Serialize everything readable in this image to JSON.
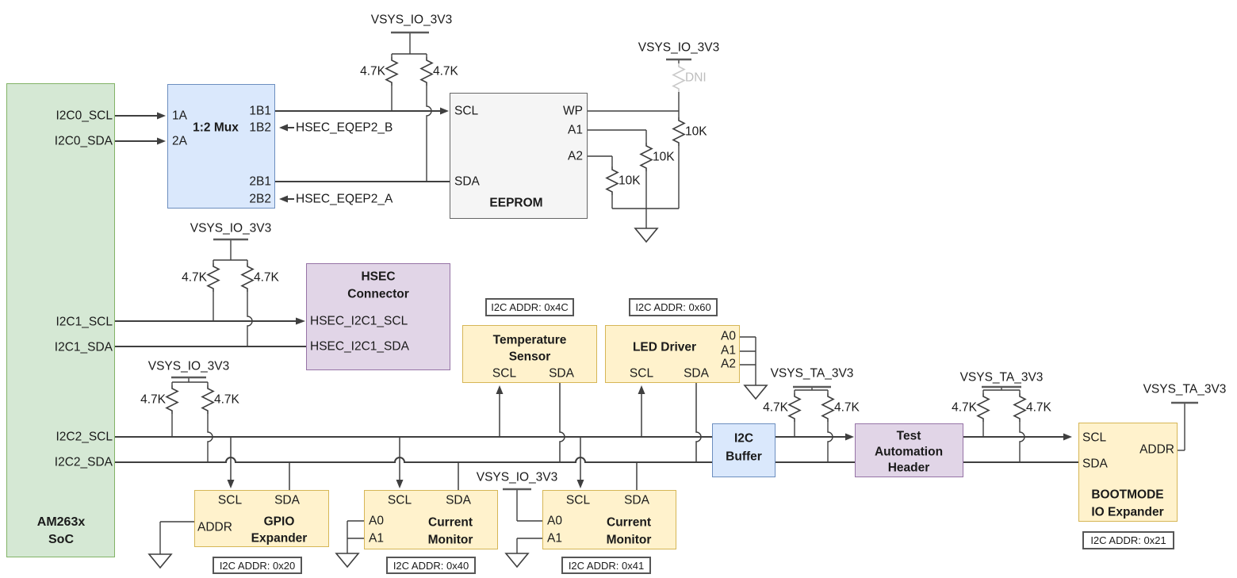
{
  "power": {
    "vsys_io_3v3": "VSYS_IO_3V3",
    "vsys_ta_3v3": "VSYS_TA_3V3"
  },
  "values": {
    "pullup": "4.7K",
    "r10k": "10K",
    "dni": "DNI"
  },
  "soc": {
    "title1": "AM263x",
    "title2": "SoC",
    "i2c0_scl": "I2C0_SCL",
    "i2c0_sda": "I2C0_SDA",
    "i2c1_scl": "I2C1_SCL",
    "i2c1_sda": "I2C1_SDA",
    "i2c2_scl": "I2C2_SCL",
    "i2c2_sda": "I2C2_SDA"
  },
  "mux": {
    "title": "1:2 Mux",
    "p1a": "1A",
    "p2a": "2A",
    "p1b1": "1B1",
    "p1b2": "1B2",
    "p2b1": "2B1",
    "p2b2": "2B2"
  },
  "signals": {
    "eqep_b": "HSEC_EQEP2_B",
    "eqep_a": "HSEC_EQEP2_A"
  },
  "eeprom": {
    "title": "EEPROM",
    "scl": "SCL",
    "sda": "SDA",
    "wp": "WP",
    "a1": "A1",
    "a2": "A2"
  },
  "hsec": {
    "title1": "HSEC",
    "title2": "Connector",
    "scl": "HSEC_I2C1_SCL",
    "sda": "HSEC_I2C1_SDA"
  },
  "temp": {
    "title1": "Temperature",
    "title2": "Sensor",
    "scl": "SCL",
    "sda": "SDA",
    "addr": "I2C ADDR: 0x4C"
  },
  "led": {
    "title": "LED Driver",
    "scl": "SCL",
    "sda": "SDA",
    "a0": "A0",
    "a1": "A1",
    "a2": "A2",
    "addr": "I2C ADDR: 0x60"
  },
  "gpio": {
    "title1": "GPIO",
    "title2": "Expander",
    "scl": "SCL",
    "sda": "SDA",
    "addr_pin": "ADDR",
    "addr": "I2C ADDR: 0x20"
  },
  "cm1": {
    "title1": "Current",
    "title2": "Monitor",
    "scl": "SCL",
    "sda": "SDA",
    "a0": "A0",
    "a1": "A1",
    "addr": "I2C ADDR: 0x40"
  },
  "cm2": {
    "title1": "Current",
    "title2": "Monitor",
    "scl": "SCL",
    "sda": "SDA",
    "a0": "A0",
    "a1": "A1",
    "addr": "I2C ADDR: 0x41"
  },
  "buffer": {
    "title1": "I2C",
    "title2": "Buffer"
  },
  "tah": {
    "title1": "Test",
    "title2": "Automation",
    "title3": "Header"
  },
  "boot": {
    "title1": "BOOTMODE",
    "title2": "IO Expander",
    "scl": "SCL",
    "sda": "SDA",
    "addr_pin": "ADDR",
    "addr": "I2C ADDR: 0x21"
  },
  "colors": {
    "green_fill": "#d5e8d4",
    "green_stroke": "#82b366",
    "blue_fill": "#dae8fc",
    "blue_stroke": "#6c8ebf",
    "yellow_fill": "#fff2cc",
    "yellow_stroke": "#d6b656",
    "purple_fill": "#e1d5e7",
    "purple_stroke": "#9673a6",
    "gray_fill": "#f5f5f5",
    "gray_stroke": "#666666",
    "wire": "#3f3f3f",
    "dni_gray": "#c9c9c9"
  }
}
